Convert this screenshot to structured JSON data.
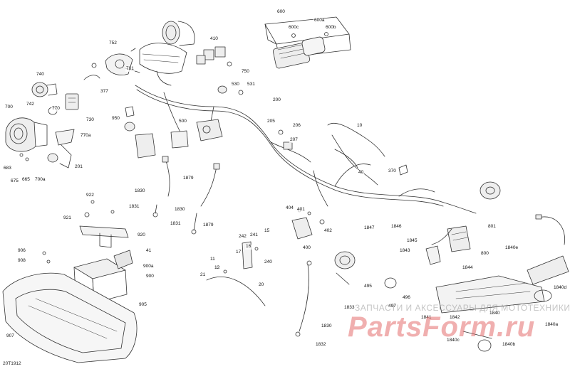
{
  "diagram_id": "20T1912",
  "watermark": {
    "tagline": "ЗАПЧАСТИ И АКСЕССУАРЫ ДЛЯ МОТОТЕХНИКИ",
    "logo": "PartsForm.ru"
  },
  "callouts": {
    "c600": "600",
    "c600a": "600a",
    "c600b": "600b",
    "c600c": "600c",
    "c752": "752",
    "c781": "781",
    "c410": "410",
    "c750": "750",
    "c740": "740",
    "c377": "377",
    "c530": "530",
    "c531": "531",
    "c742": "742",
    "c770": "770",
    "c730": "730",
    "c700": "700",
    "c950": "950",
    "c500": "500",
    "c770a": "770a",
    "c201": "201",
    "c683": "683",
    "c675": "675",
    "c665": "665",
    "c700a": "700a",
    "c200": "200",
    "c205": "205",
    "c206": "206",
    "c207": "207",
    "c10": "10",
    "c40": "40",
    "c370": "370",
    "c1830a": "1830",
    "c1879a": "1879",
    "c1831a": "1831",
    "c1830b": "1830",
    "c1831b": "1831",
    "c1879b": "1879",
    "c922": "922",
    "c921": "921",
    "c920": "920",
    "c906": "906",
    "c908": "908",
    "c41": "41",
    "c900a": "900a",
    "c900": "900",
    "c905": "905",
    "c907": "907",
    "c404": "404",
    "c401": "401",
    "c402": "402",
    "c400": "400",
    "c242": "242",
    "c241": "241",
    "c15": "15",
    "c16": "16",
    "c17": "17",
    "c11": "11",
    "c12": "12",
    "c21": "21",
    "c240": "240",
    "c20": "20",
    "c1830c": "1830",
    "c1832": "1832",
    "c1847": "1847",
    "c1846": "1846",
    "c1845": "1845",
    "c1843": "1843",
    "c801": "801",
    "c800": "800",
    "c1844": "1844",
    "c495": "495",
    "c496": "496",
    "c497": "497",
    "c1840e": "1840e",
    "c1840d": "1840d",
    "c1840a": "1840a",
    "c1840c": "1840c",
    "c1840b": "1840b",
    "c1841": "1841",
    "c1842": "1842",
    "c1840": "1840",
    "c1833": "1833"
  }
}
